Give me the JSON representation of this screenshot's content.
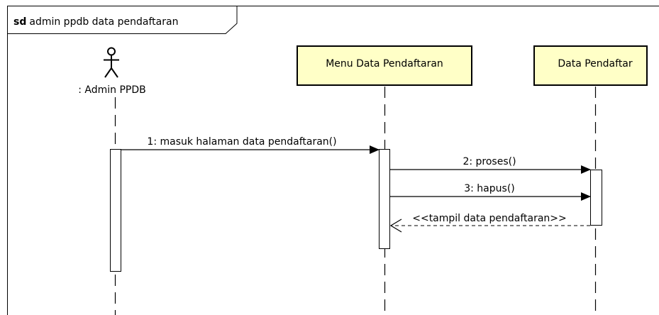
{
  "frame": {
    "keyword": "sd",
    "name": "admin ppdb data pendaftaran"
  },
  "participants": {
    "actor": {
      "label": ": Admin PPDB",
      "icon": "stick-figure-actor-icon"
    },
    "menu": {
      "label": "Menu Data Pendaftaran"
    },
    "data": {
      "label": "Data Pendaftar"
    }
  },
  "messages": [
    {
      "label": "1: masuk halaman data pendaftaran()",
      "kind": "synchronous"
    },
    {
      "label": "2: proses()",
      "kind": "synchronous"
    },
    {
      "label": "3: hapus()",
      "kind": "synchronous"
    },
    {
      "label": "<<tampil data pendaftaran>>",
      "kind": "return"
    }
  ],
  "colors": {
    "participant_fill": "#ffffc7",
    "stroke": "#000000",
    "background": "#ffffff"
  }
}
